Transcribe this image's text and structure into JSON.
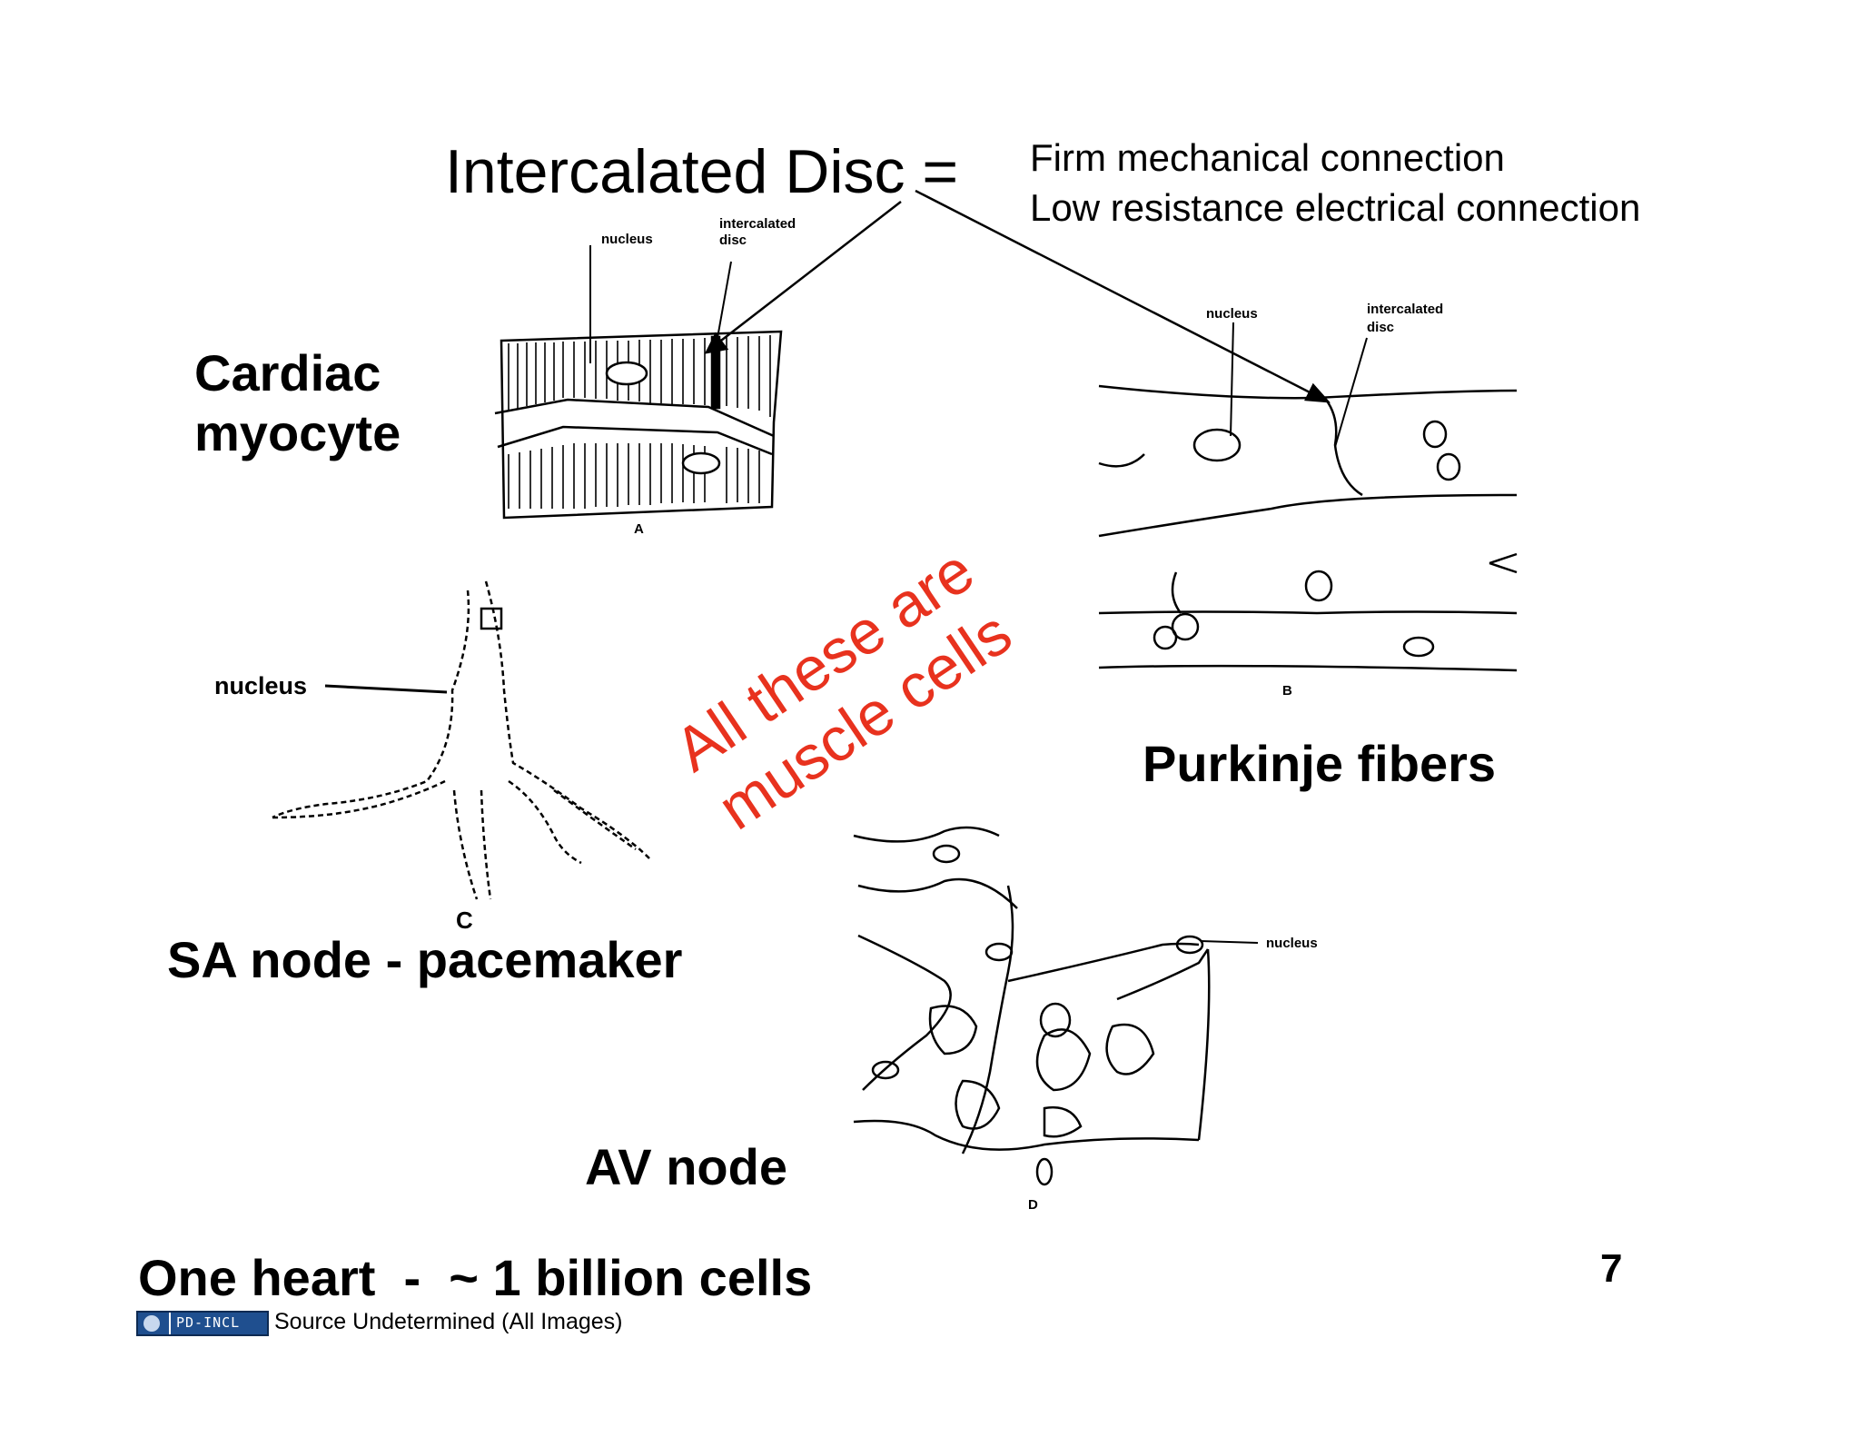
{
  "title": "Intercalated Disc =",
  "definition": {
    "line1": "Firm mechanical connection",
    "line2": "Low resistance electrical connection"
  },
  "overlay_text": {
    "line1": "All these are",
    "line2": "muscle cells",
    "color": "#e8321e"
  },
  "labels": {
    "cardiac_myocyte": [
      "Cardiac",
      "myocyte"
    ],
    "purkinje": "Purkinje fibers",
    "sa_node": "SA node - pacemaker",
    "av_node": "AV node",
    "heart": "One heart  -  ~ 1 billion cells"
  },
  "figures": {
    "a": {
      "nucleus": "nucleus",
      "disc_line1": "intercalated",
      "disc_line2": "disc",
      "letter": "A"
    },
    "b": {
      "nucleus": "nucleus",
      "disc_line1": "intercalated",
      "disc_line2": "disc",
      "letter": "B"
    },
    "c": {
      "nucleus": "nucleus",
      "letter": "C"
    },
    "d": {
      "nucleus": "nucleus",
      "letter": "D"
    }
  },
  "footer": {
    "page_number": "7",
    "badge": "PD-INCL",
    "source": "Source Undetermined (All Images)"
  }
}
